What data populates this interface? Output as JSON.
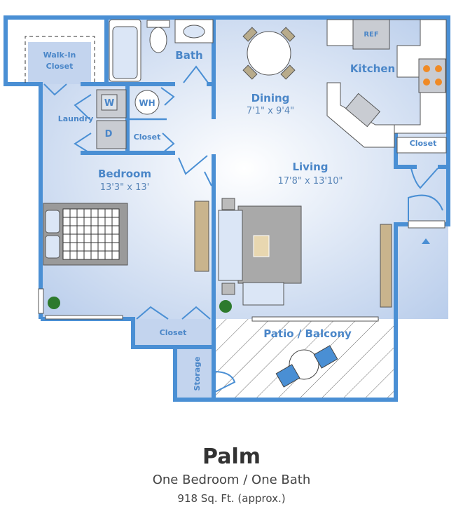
{
  "plan": {
    "rooms": {
      "walkin_line1": "Walk-In",
      "walkin_line2": "Closet",
      "bath": "Bath",
      "laundry": "Laundry",
      "washer": "W",
      "dryer": "D",
      "water_heater": "WH",
      "hall_closet": "Closet",
      "bedroom": "Bedroom",
      "bedroom_dim": "13'3\" x 13'",
      "dining": "Dining",
      "dining_dim": "7'1\" x 9'4\"",
      "kitchen": "Kitchen",
      "ref": "REF",
      "kitchen_closet": "Closet",
      "living": "Living",
      "living_dim": "17'8\" x 13'10\"",
      "bedroom_closet": "Closet",
      "patio": "Patio / Balcony",
      "storage": "Storage"
    },
    "colors": {
      "wall": "#4a8fd4",
      "floor": "#c3d4ee",
      "burner": "#f08a24"
    }
  },
  "caption": {
    "name": "Palm",
    "type": "One Bedroom / One Bath",
    "area": "918 Sq. Ft. (approx.)"
  }
}
